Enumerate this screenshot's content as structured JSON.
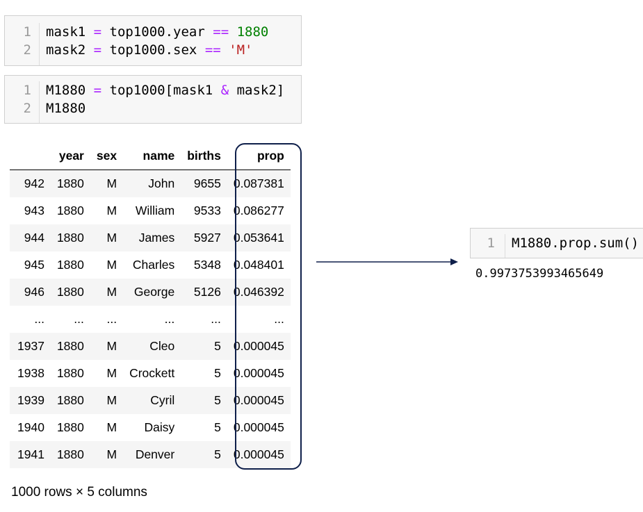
{
  "cells": [
    {
      "line_numbers": [
        "1",
        "2"
      ],
      "lines": [
        [
          {
            "t": "mask1 "
          },
          {
            "t": "=",
            "c": "op"
          },
          {
            "t": " top1000.year "
          },
          {
            "t": "==",
            "c": "op"
          },
          {
            "t": " "
          },
          {
            "t": "1880",
            "c": "num"
          }
        ],
        [
          {
            "t": "mask2 "
          },
          {
            "t": "=",
            "c": "op"
          },
          {
            "t": " top1000.sex "
          },
          {
            "t": "==",
            "c": "op"
          },
          {
            "t": " "
          },
          {
            "t": "'M'",
            "c": "str"
          }
        ]
      ]
    },
    {
      "line_numbers": [
        "1",
        "2"
      ],
      "lines": [
        [
          {
            "t": "M1880 "
          },
          {
            "t": "=",
            "c": "op"
          },
          {
            "t": " top1000[mask1 "
          },
          {
            "t": "&",
            "c": "op"
          },
          {
            "t": " mask2]"
          }
        ],
        [
          {
            "t": "M1880"
          }
        ]
      ]
    },
    {
      "line_numbers": [
        "1"
      ],
      "lines": [
        [
          {
            "t": "M1880.prop.sum()"
          }
        ]
      ]
    }
  ],
  "dataframe": {
    "columns": [
      "",
      "year",
      "sex",
      "name",
      "births",
      "prop"
    ],
    "rows": [
      [
        "942",
        "1880",
        "M",
        "John",
        "9655",
        "0.087381"
      ],
      [
        "943",
        "1880",
        "M",
        "William",
        "9533",
        "0.086277"
      ],
      [
        "944",
        "1880",
        "M",
        "James",
        "5927",
        "0.053641"
      ],
      [
        "945",
        "1880",
        "M",
        "Charles",
        "5348",
        "0.048401"
      ],
      [
        "946",
        "1880",
        "M",
        "George",
        "5126",
        "0.046392"
      ],
      [
        "...",
        "...",
        "...",
        "...",
        "...",
        "..."
      ],
      [
        "1937",
        "1880",
        "M",
        "Cleo",
        "5",
        "0.000045"
      ],
      [
        "1938",
        "1880",
        "M",
        "Crockett",
        "5",
        "0.000045"
      ],
      [
        "1939",
        "1880",
        "M",
        "Cyril",
        "5",
        "0.000045"
      ],
      [
        "1940",
        "1880",
        "M",
        "Daisy",
        "5",
        "0.000045"
      ],
      [
        "1941",
        "1880",
        "M",
        "Denver",
        "5",
        "0.000045"
      ]
    ],
    "shape_text": "1000 rows × 5 columns"
  },
  "sum_result": "0.9973753993465649",
  "colors": {
    "operator": "#aa22ff",
    "number": "#008000",
    "string": "#ba2121",
    "highlight_border": "#0e1f4a",
    "arrow": "#0e1f4a"
  },
  "icons": {
    "arrow": "right-arrow-icon"
  }
}
